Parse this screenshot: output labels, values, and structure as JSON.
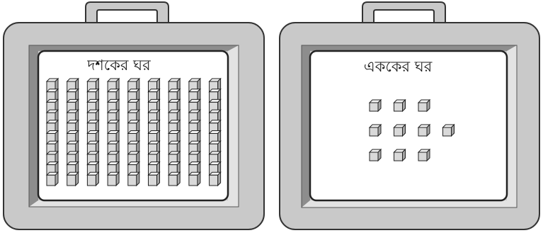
{
  "cases": [
    {
      "id": "tens",
      "title": "দশকের ঘর",
      "rods": 9,
      "units_per_rod": 10
    },
    {
      "id": "ones",
      "title": "এককের ঘর",
      "cube_rows": [
        3,
        4,
        3
      ]
    }
  ],
  "colors": {
    "case_body": "#c9c9c9",
    "case_border": "#333333",
    "bevel_dark": "#8d8d8d",
    "panel": "#ffffff",
    "cube_front": "#d9d9d9",
    "cube_top": "#f3f3f3",
    "cube_side": "#a5a5a5",
    "handle": "#c9c9c9"
  }
}
